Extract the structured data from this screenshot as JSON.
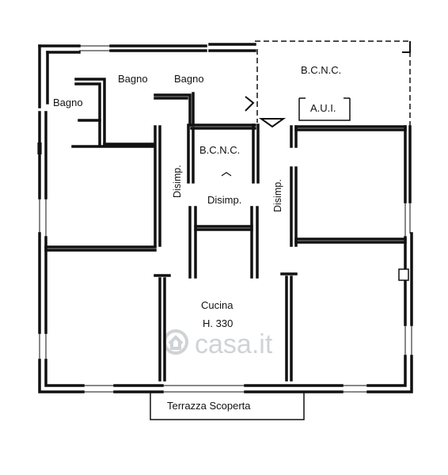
{
  "rooms": {
    "bagno_left": "Bagno",
    "bagno_mid": "Bagno",
    "bagno_right": "Bagno",
    "bcnc_top": "B.C.N.C.",
    "aui": "A.U.I.",
    "bcnc_center": "B.C.N.C.",
    "disimp_left": "Disimp.",
    "disimp_center": "Disimp.",
    "disimp_right": "Disimp.",
    "cucina": "Cucina",
    "cucina_height": "H. 330"
  },
  "terrace_label": "Terrazza Scoperta",
  "watermark": "casa.it",
  "colors": {
    "wall": "#111111",
    "watermark": "#cfd3d6"
  }
}
